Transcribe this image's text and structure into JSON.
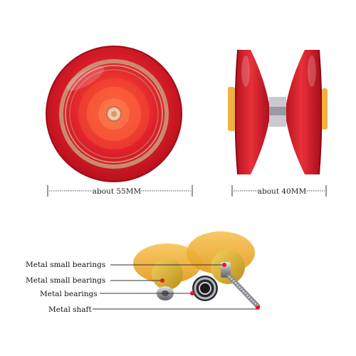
{
  "dimensions": {
    "front_width": "about 55MM",
    "side_width": "about 40MM"
  },
  "parts": {
    "label_1": "Metal small bearings",
    "label_2": "Metal small bearings",
    "label_3": "Metal bearings",
    "label_4": "Metal shaft"
  },
  "colors": {
    "body_red": "#d81c2a",
    "rim_copper": "#c89878",
    "cap_amber": "#f0a828",
    "pointer_red": "#e81818"
  }
}
